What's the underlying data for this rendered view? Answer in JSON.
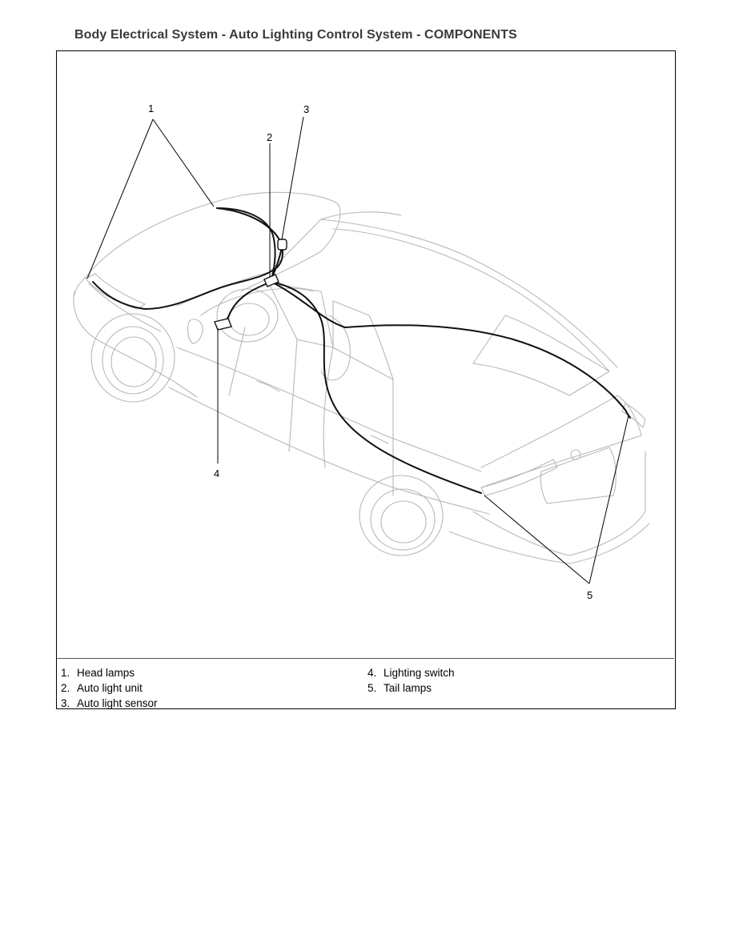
{
  "header": {
    "title": "Body Electrical System - Auto Lighting Control System - COMPONENTS"
  },
  "callouts": {
    "head_lamps": "1",
    "auto_light_unit": "2",
    "auto_light_sensor": "3",
    "lighting_switch": "4",
    "tail_lamps": "5"
  },
  "legend": {
    "left": [
      {
        "num": "1.",
        "label": "Head lamps"
      },
      {
        "num": "2.",
        "label": "Auto light unit"
      },
      {
        "num": "3.",
        "label": "Auto light sensor"
      }
    ],
    "right": [
      {
        "num": "4.",
        "label": "Lighting switch"
      },
      {
        "num": "5.",
        "label": "Tail lamps"
      }
    ]
  },
  "colors": {
    "car_outline": "#b8b8b8",
    "harness": "#111111",
    "leader": "#000000"
  }
}
